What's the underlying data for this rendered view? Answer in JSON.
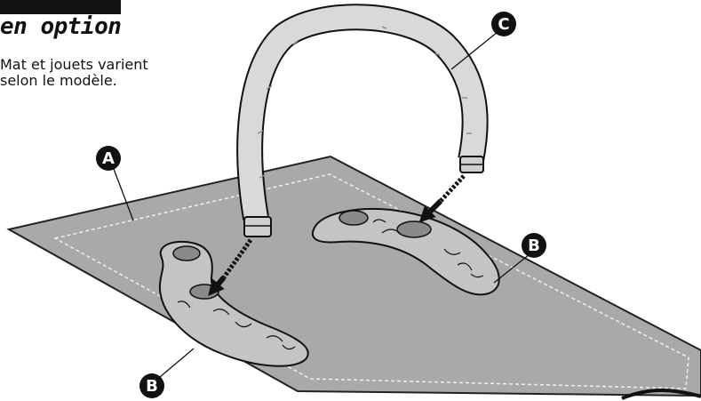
{
  "header": {
    "title": "en option"
  },
  "note": {
    "lines": [
      "Mat et jouets varient",
      "selon le modèle."
    ]
  },
  "callouts": {
    "a": "A",
    "b1": "B",
    "b2": "B",
    "c": "C"
  },
  "colors": {
    "mat": "#a9a9a9",
    "toy": "#c4c4c4",
    "hose": "#d9d9d9",
    "ink": "#111111"
  }
}
